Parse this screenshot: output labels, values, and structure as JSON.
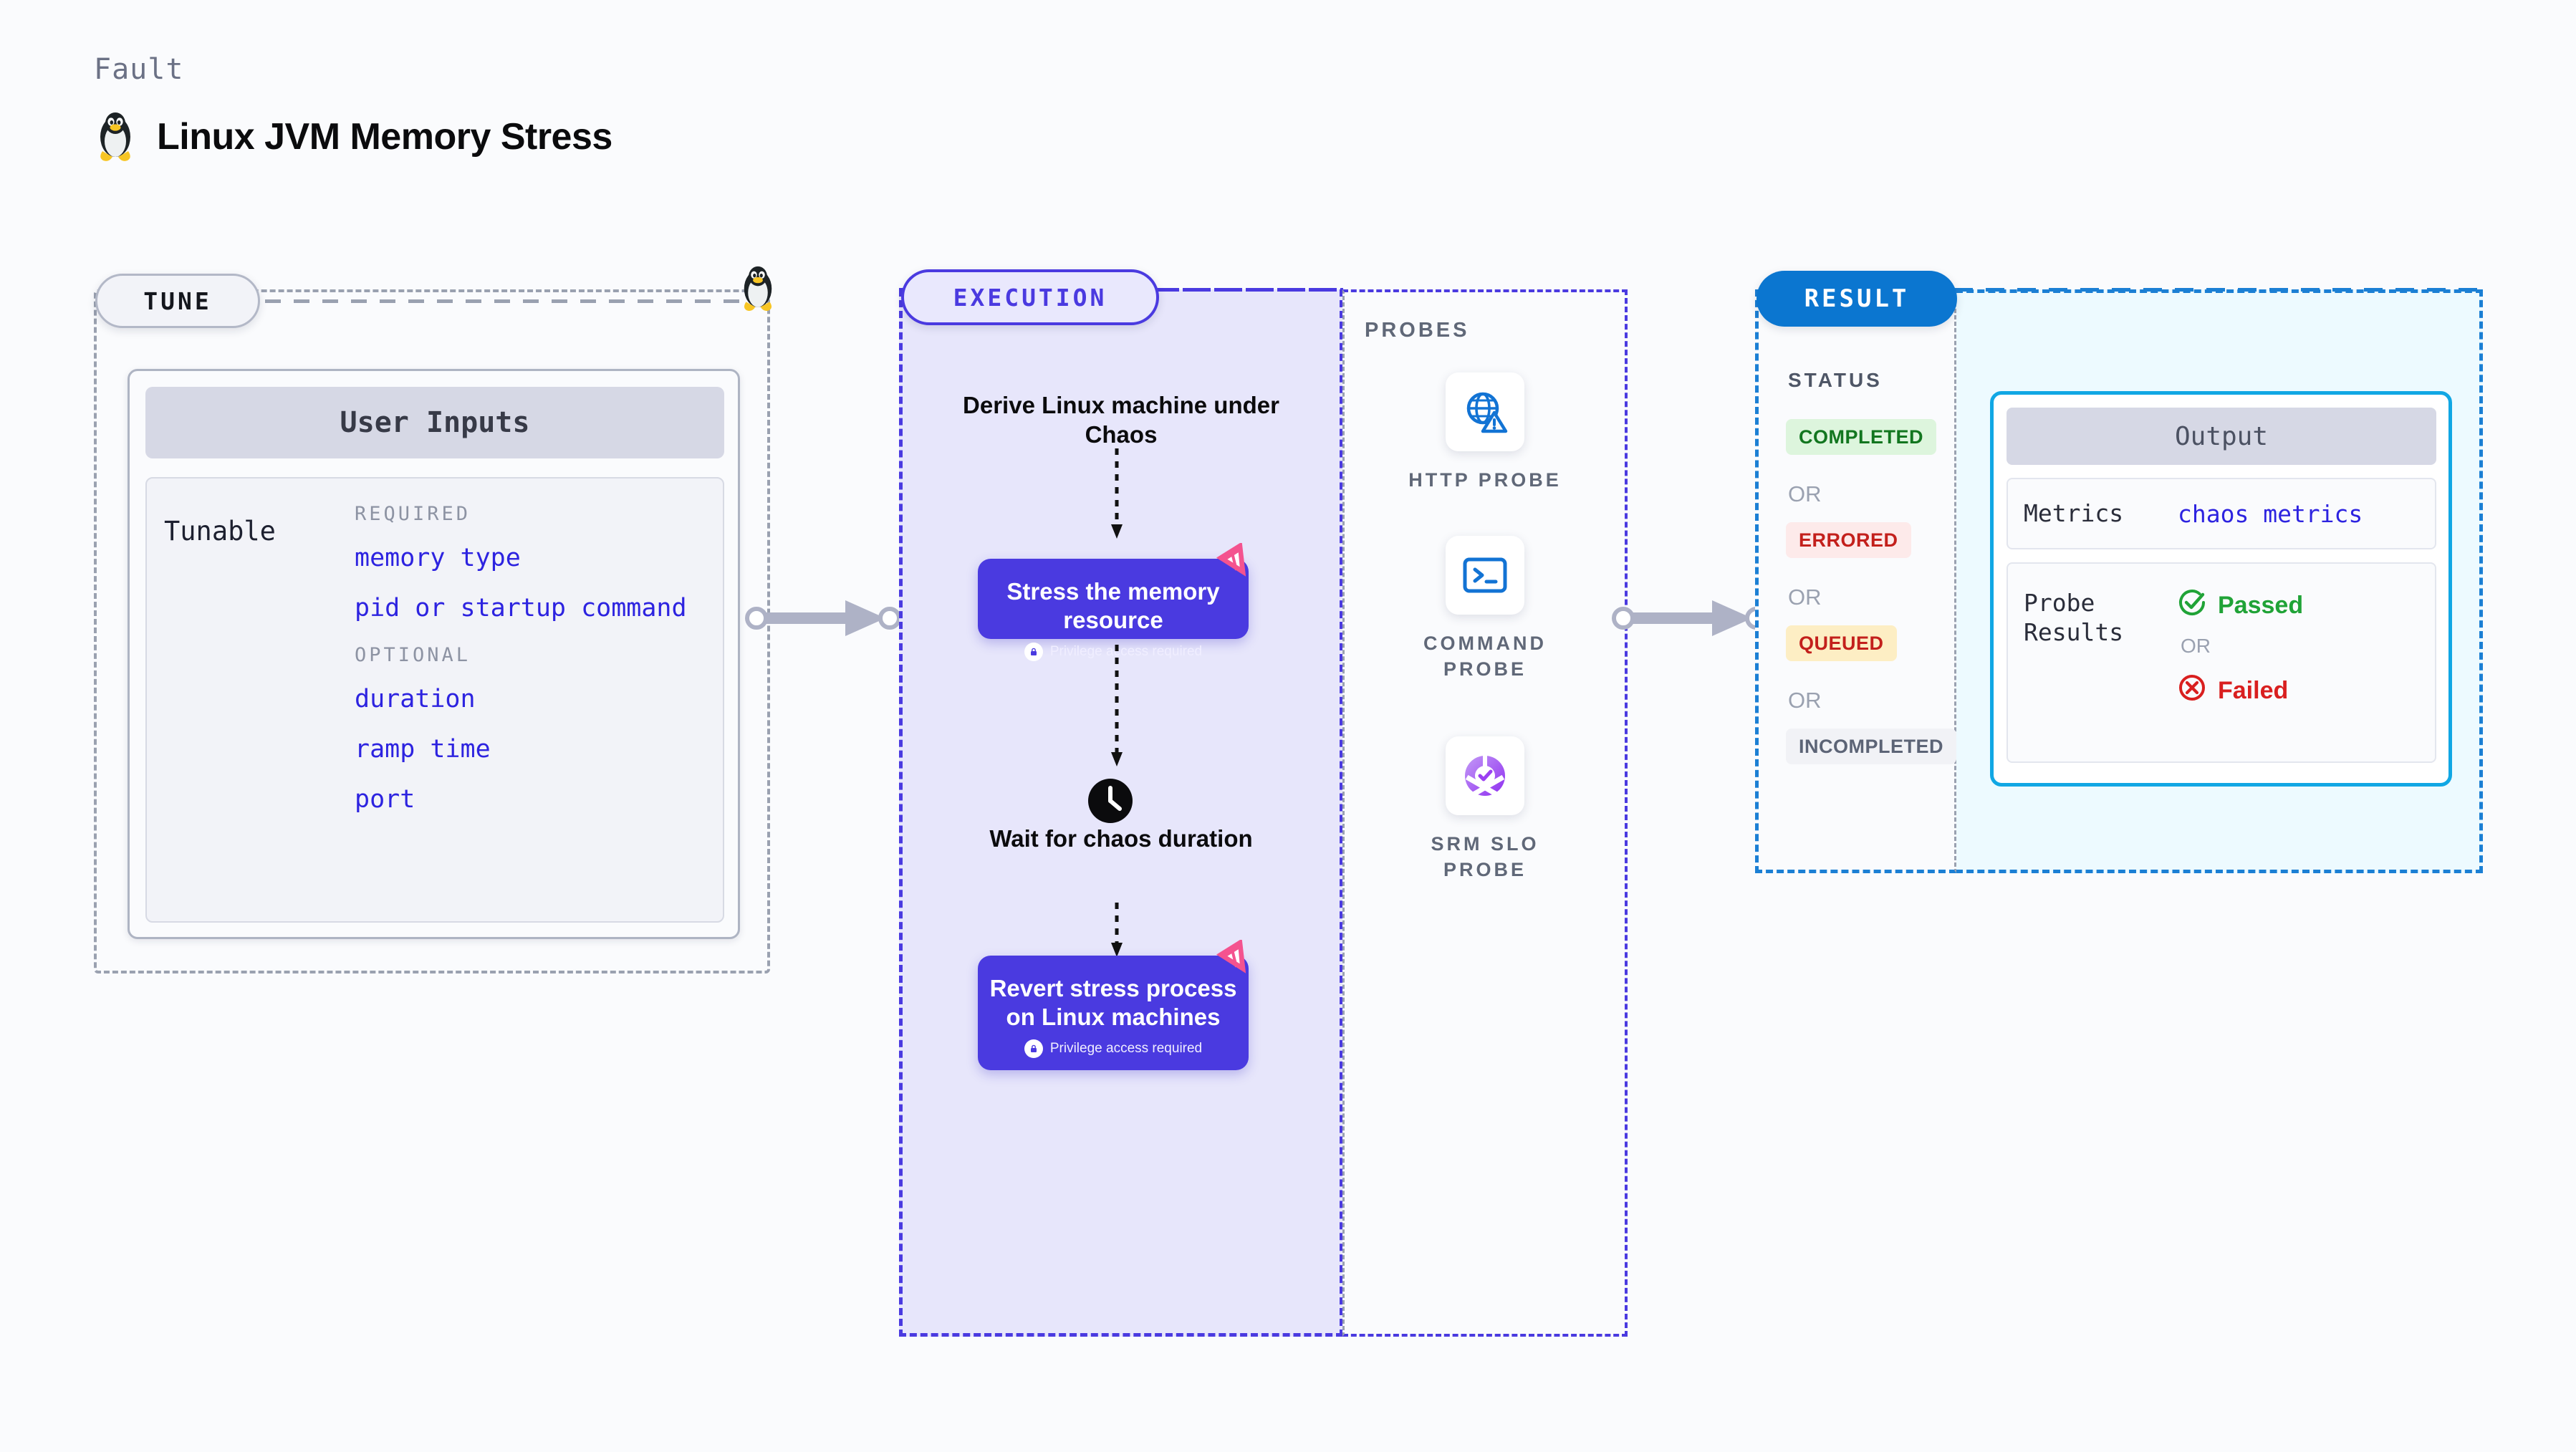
{
  "header": {
    "kicker": "Fault",
    "title": "Linux JVM Memory Stress",
    "icon": "linux-tux-icon"
  },
  "stages": {
    "tune": {
      "badge": "TUNE",
      "icon": "linux-tux-icon"
    },
    "execution": {
      "badge": "EXECUTION"
    },
    "probes": {
      "title": "PROBES"
    },
    "result": {
      "badge": "RESULT",
      "status_title": "STATUS"
    }
  },
  "tune": {
    "card_title": "User Inputs",
    "row_label": "Tunable",
    "required_title": "REQUIRED",
    "required_items": [
      "memory type",
      "pid or startup command"
    ],
    "optional_title": "OPTIONAL",
    "optional_items": [
      "duration",
      "ramp time",
      "port"
    ]
  },
  "execution": {
    "steps": [
      {
        "type": "text",
        "label": "Derive Linux machine under Chaos"
      },
      {
        "type": "node",
        "label": "Stress the memory resource",
        "privilege": "Privilege access required",
        "privilege_icon": "lock-icon",
        "ribbon_icon": "harness-ribbon-icon"
      },
      {
        "type": "text",
        "label": "Wait for chaos duration",
        "icon": "clock-icon"
      },
      {
        "type": "node",
        "label": "Revert stress process on Linux machines",
        "privilege": "Privilege access required",
        "privilege_icon": "lock-icon",
        "ribbon_icon": "harness-ribbon-icon"
      }
    ]
  },
  "probes": [
    {
      "label": "HTTP PROBE",
      "icon": "globe-warning-icon"
    },
    {
      "label": "COMMAND PROBE",
      "icon": "terminal-icon"
    },
    {
      "label": "SRM SLO PROBE",
      "icon": "slo-donut-check-icon"
    }
  ],
  "result": {
    "statuses": [
      {
        "label": "COMPLETED",
        "bg": "#ddf5dd",
        "fg": "#12761f"
      },
      {
        "label": "ERRORED",
        "bg": "#fdeaea",
        "fg": "#c3201c"
      },
      {
        "label": "QUEUED",
        "bg": "#fdeec4",
        "fg": "#c3201c"
      },
      {
        "label": "INCOMPLETED",
        "bg": "#f1f2f6",
        "fg": "#5c6476"
      }
    ],
    "or_label": "OR"
  },
  "output": {
    "card_title": "Output",
    "metrics_key": "Metrics",
    "metrics_value": "chaos metrics",
    "probe_results_key": "Probe Results",
    "passed_label": "Passed",
    "failed_label": "Failed",
    "or_label": "OR",
    "passed_icon": "check-circle-icon",
    "failed_icon": "x-circle-icon"
  },
  "colors": {
    "accent_purple": "#4a3ae0",
    "accent_blue": "#0b76d0",
    "accent_cyan": "#11a7e4",
    "ribbon_pink": "#f4538f",
    "mono_link": "#2d23e0"
  }
}
